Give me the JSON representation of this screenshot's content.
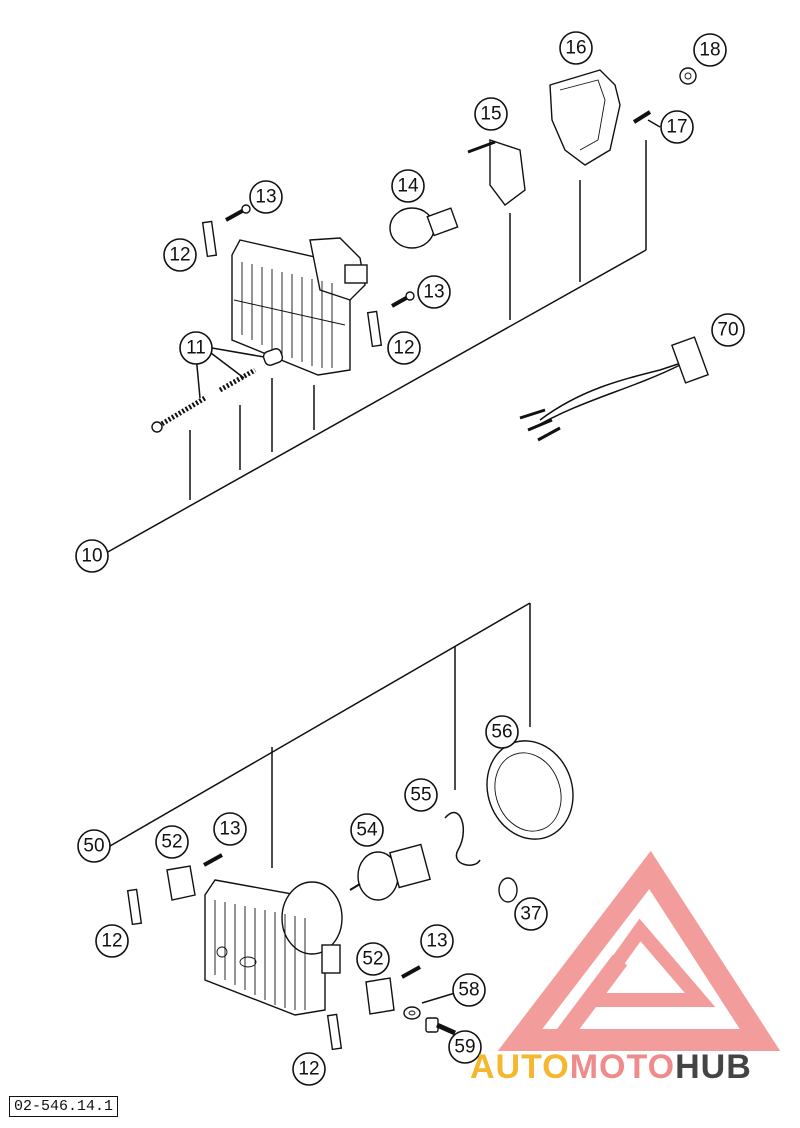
{
  "document_code": "02-546.14.1",
  "watermark": {
    "word_part1": "AUTO",
    "word_part2": "MOTO",
    "word_part3": "HUB",
    "color_part1": "#f5b72e",
    "color_part2": "#f08b8b",
    "color_part3": "#444444",
    "logo_color": "#f08b8b"
  },
  "callouts": {
    "c10": "10",
    "c11": "11",
    "c12a": "12",
    "c12b": "12",
    "c12c": "12",
    "c12d": "12",
    "c13a": "13",
    "c13b": "13",
    "c13c": "13",
    "c13d": "13",
    "c14": "14",
    "c15": "15",
    "c16": "16",
    "c17": "17",
    "c18": "18",
    "c37": "37",
    "c50": "50",
    "c52a": "52",
    "c52b": "52",
    "c54": "54",
    "c55": "55",
    "c56": "56",
    "c58": "58",
    "c59": "59",
    "c70": "70"
  }
}
